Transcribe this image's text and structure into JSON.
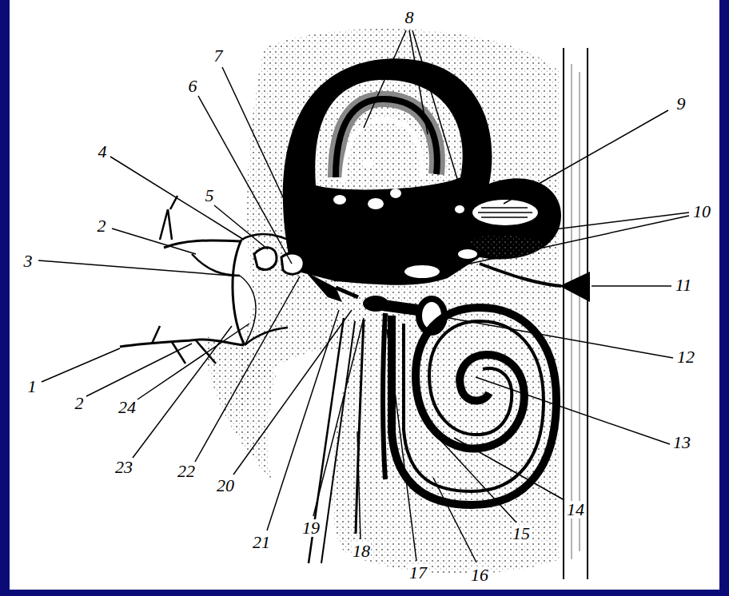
{
  "diagram": {
    "labels": [
      "1",
      "2",
      "2",
      "3",
      "4",
      "5",
      "6",
      "7",
      "8",
      "9",
      "10",
      "11",
      "12",
      "13",
      "14",
      "15",
      "16",
      "17",
      "18",
      "19",
      "20",
      "21",
      "22",
      "23",
      "24"
    ]
  }
}
